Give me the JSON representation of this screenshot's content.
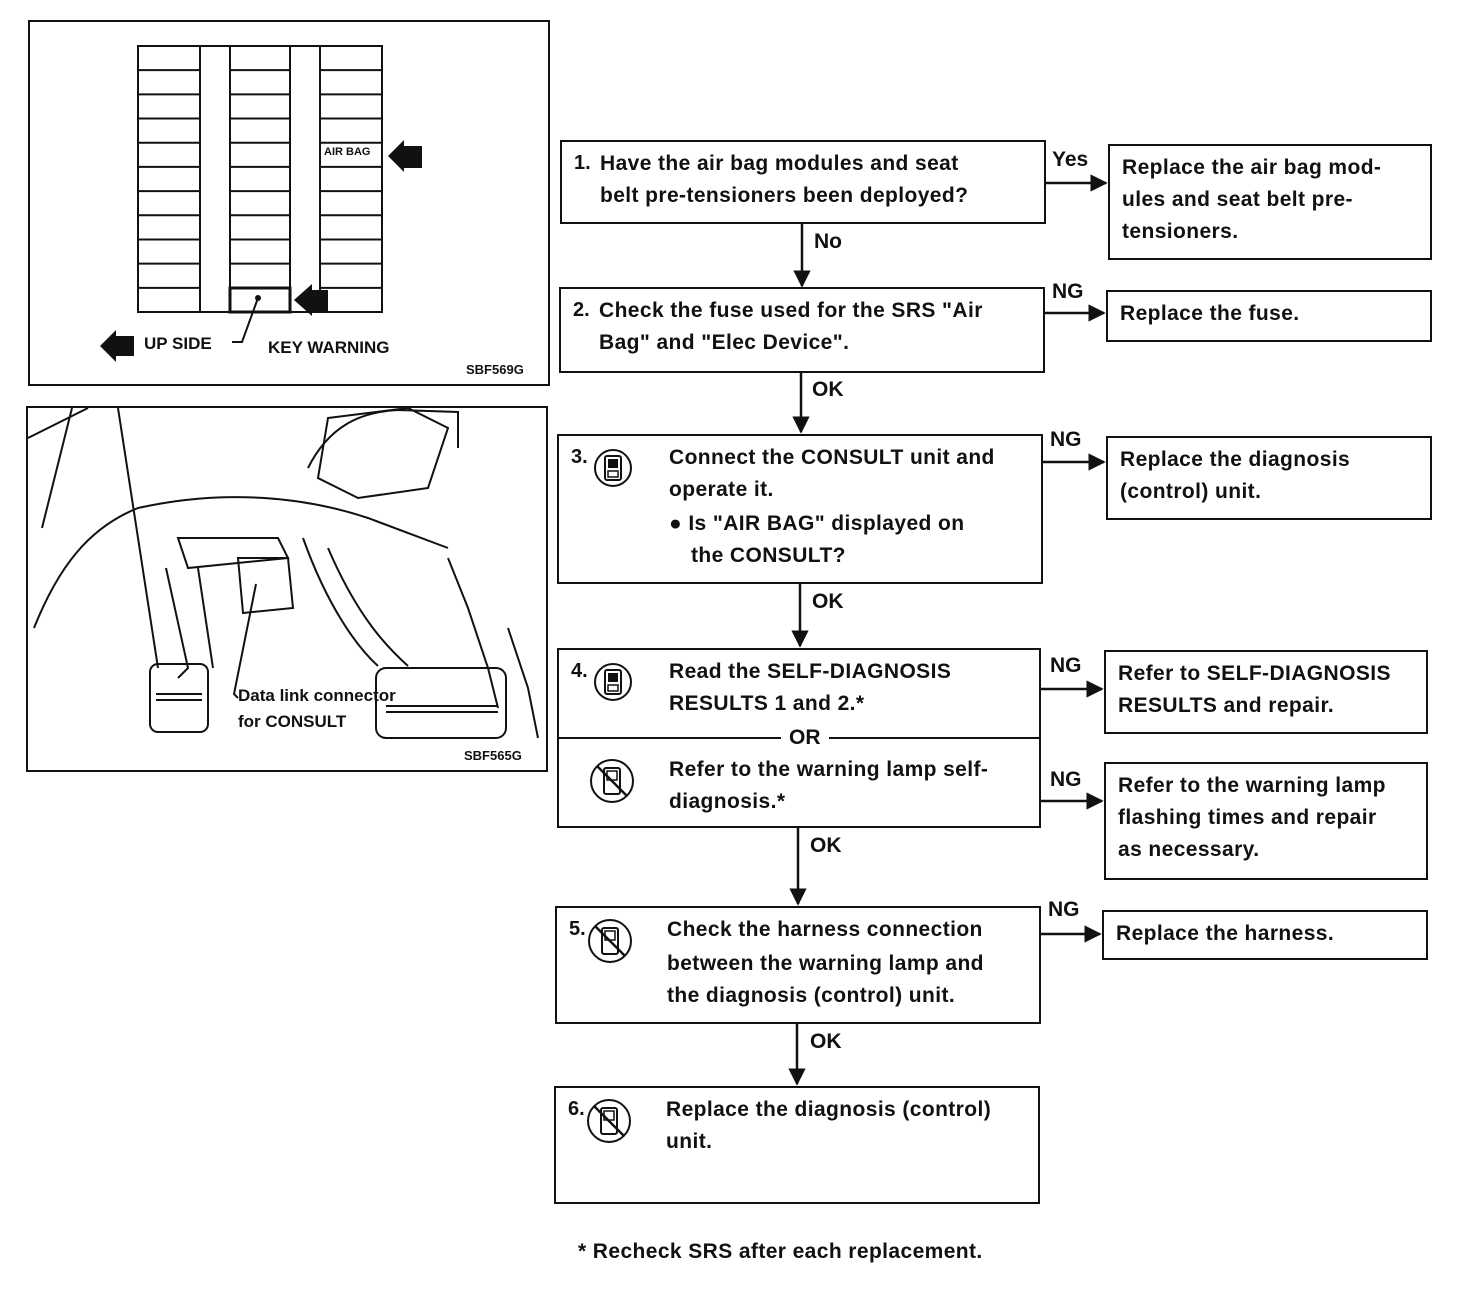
{
  "figures": {
    "fuse_block": {
      "id": "SBF569G",
      "air_bag_label": "AIR BAG",
      "up_side_label": "UP SIDE",
      "key_warning_label": "KEY WARNING"
    },
    "data_link": {
      "id": "SBF565G",
      "connector_label_line1": "Data link connector",
      "connector_label_line2": "for CONSULT"
    }
  },
  "flowchart": {
    "steps": [
      {
        "number": "1.",
        "lines": [
          "Have the air bag modules and seat",
          "belt pre-tensioners been deployed?"
        ]
      },
      {
        "number": "2.",
        "lines": [
          "Check the fuse used for the SRS \"Air",
          "Bag\" and \"Elec Device\"."
        ]
      },
      {
        "number": "3.",
        "lines": [
          "Connect the CONSULT unit and",
          "operate it.",
          "● Is \"AIR BAG\" displayed on",
          "the CONSULT?"
        ]
      },
      {
        "number": "4.",
        "lines_a": [
          "Read the SELF-DIAGNOSIS",
          "RESULTS 1 and 2.*"
        ],
        "or_label": "OR",
        "lines_b": [
          "Refer to the warning lamp self-",
          "diagnosis.*"
        ]
      },
      {
        "number": "5.",
        "lines": [
          "Check the harness connection",
          "between the warning lamp and",
          "the diagnosis (control) unit."
        ]
      },
      {
        "number": "6.",
        "lines": [
          "Replace the diagnosis (control)",
          "unit."
        ]
      }
    ],
    "outcomes": [
      {
        "branch": "Yes",
        "lines": [
          "Replace the air bag mod-",
          "ules and seat belt pre-",
          "tensioners."
        ]
      },
      {
        "branch": "NG",
        "lines": [
          "Replace the fuse."
        ]
      },
      {
        "branch": "NG",
        "lines": [
          "Replace the diagnosis",
          "(control) unit."
        ]
      },
      {
        "branch": "NG",
        "lines": [
          "Refer to SELF-DIAGNOSIS",
          "RESULTS and repair."
        ]
      },
      {
        "branch": "NG",
        "lines": [
          "Refer to the warning lamp",
          "flashing times and repair",
          "as necessary."
        ]
      },
      {
        "branch": "NG",
        "lines": [
          "Replace the harness."
        ]
      }
    ],
    "transitions": [
      "No",
      "OK",
      "OK",
      "OK",
      "OK"
    ],
    "footnote": "* Recheck SRS after each replacement."
  }
}
